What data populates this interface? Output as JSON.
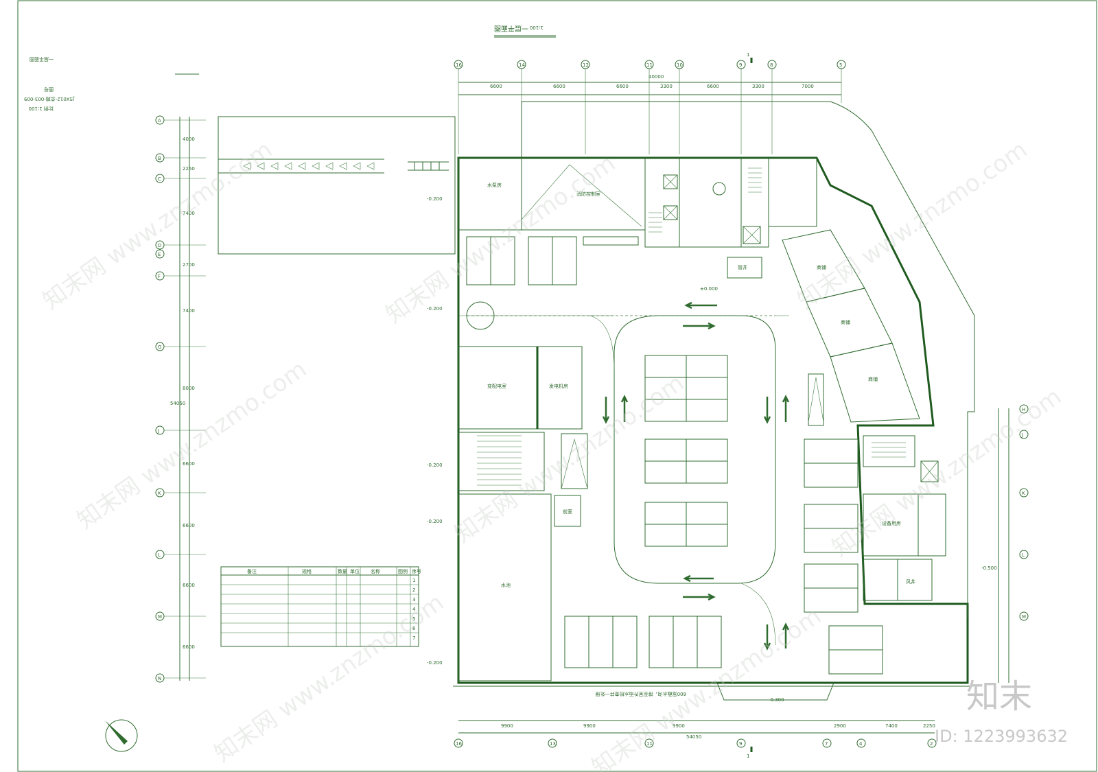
{
  "drawing": {
    "title": "一层平面图",
    "scale": "1:100",
    "colors": {
      "line": "#2f6b2f",
      "paper": "#ffffff",
      "watermark": "#c8c8c8"
    },
    "top_axes": [
      "16",
      "14",
      "12",
      "11",
      "10",
      "9",
      "8",
      "5"
    ],
    "bottom_axes": [
      "16",
      "13",
      "11",
      "9",
      "7",
      "4",
      "2"
    ],
    "left_axes": [
      "A",
      "B",
      "C",
      "D",
      "E",
      "F",
      "G",
      "J",
      "K",
      "L",
      "M",
      "N"
    ],
    "right_axes": [
      "H",
      "J",
      "K",
      "L",
      "M"
    ],
    "top_dims": [
      "6600",
      "6600",
      "6600",
      "3300",
      "6600",
      "3300",
      "7000"
    ],
    "top_total": "40000",
    "bottom_dims": [
      "9900",
      "9900",
      "9900",
      "2900",
      "7400",
      "2250"
    ],
    "bottom_total": "54050",
    "left_dims": [
      "4000",
      "2250",
      "7400",
      "2700",
      "7400",
      "8000",
      "6600",
      "6600",
      "6600",
      "6600"
    ],
    "left_total": "54050",
    "elevations": [
      "-0.200",
      "±0.000",
      "-0.300",
      "-0.500"
    ],
    "section_mark": "1",
    "room_labels": [
      "水泵房",
      "消防控制室",
      "变配电室",
      "发电机房",
      "水池",
      "前室",
      "管井",
      "风井",
      "设备用房",
      "商铺"
    ],
    "bottom_note": "600宽截水沟，排至室外雨水检查井一处理"
  },
  "legend": {
    "headers": [
      "序号",
      "图例",
      "名称",
      "规格",
      "单位",
      "数量",
      "备注"
    ],
    "rows": [
      [
        "1",
        "",
        "",
        "",
        "",
        "",
        ""
      ],
      [
        "2",
        "",
        "",
        "",
        "",
        "",
        ""
      ],
      [
        "3",
        "",
        "",
        "",
        "",
        "",
        ""
      ],
      [
        "4",
        "",
        "",
        "",
        "",
        "",
        ""
      ],
      [
        "5",
        "",
        "",
        "",
        "",
        "",
        ""
      ],
      [
        "6",
        "",
        "",
        "",
        "",
        "",
        ""
      ],
      [
        "7",
        "",
        "",
        "",
        "",
        "",
        ""
      ]
    ]
  },
  "sidebar": {
    "lines": [
      "一层平面图",
      "图号",
      "JSX012-总施-003-009",
      "比例 1:100"
    ]
  },
  "icons": {
    "north": "north-arrow-icon",
    "stair": "stair-icon",
    "elevator": "elevator-icon",
    "door": "door-swing-icon"
  },
  "watermark": {
    "repeat": "知末网 www.znzmo.com",
    "brand": "知末",
    "image_id": "ID: 1223993632"
  }
}
